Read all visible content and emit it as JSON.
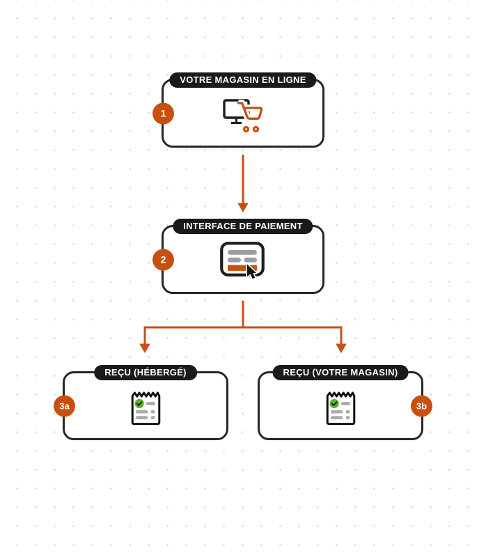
{
  "diagram": {
    "type": "flowchart",
    "language": "fr",
    "colors": {
      "accent_orange": "#C8500F",
      "pill_background": "#1A1A1A",
      "pill_text": "#FFFFFF",
      "node_border": "#262626",
      "badge_background": "#C8500F",
      "badge_text": "#FFFFFF",
      "icon_gray": "#9E9E9E",
      "icon_dark": "#1D1D1D",
      "check_green": "#5EB229",
      "background": "#FFFFFF",
      "background_dots": "#D7D7D7"
    },
    "nodes": [
      {
        "id": "1",
        "badge": "1",
        "badge_side": "left",
        "label": "VOTRE MAGASIN EN LIGNE",
        "icon": "monitor-cart-icon"
      },
      {
        "id": "2",
        "badge": "2",
        "badge_side": "left",
        "label": "INTERFACE DE PAIEMENT",
        "icon": "payment-form-cursor-icon"
      },
      {
        "id": "3a",
        "badge": "3a",
        "badge_side": "left",
        "label": "REÇU (HÉBERGÉ)",
        "icon": "receipt-check-icon"
      },
      {
        "id": "3b",
        "badge": "3b",
        "badge_side": "right",
        "label": "REÇU (VOTRE MAGASIN)",
        "icon": "receipt-check-icon"
      }
    ],
    "edges": [
      {
        "from": "1",
        "to": "2",
        "style": "straight-arrow"
      },
      {
        "from": "2",
        "to": "3a",
        "style": "branch-arrow"
      },
      {
        "from": "2",
        "to": "3b",
        "style": "branch-arrow"
      }
    ]
  }
}
